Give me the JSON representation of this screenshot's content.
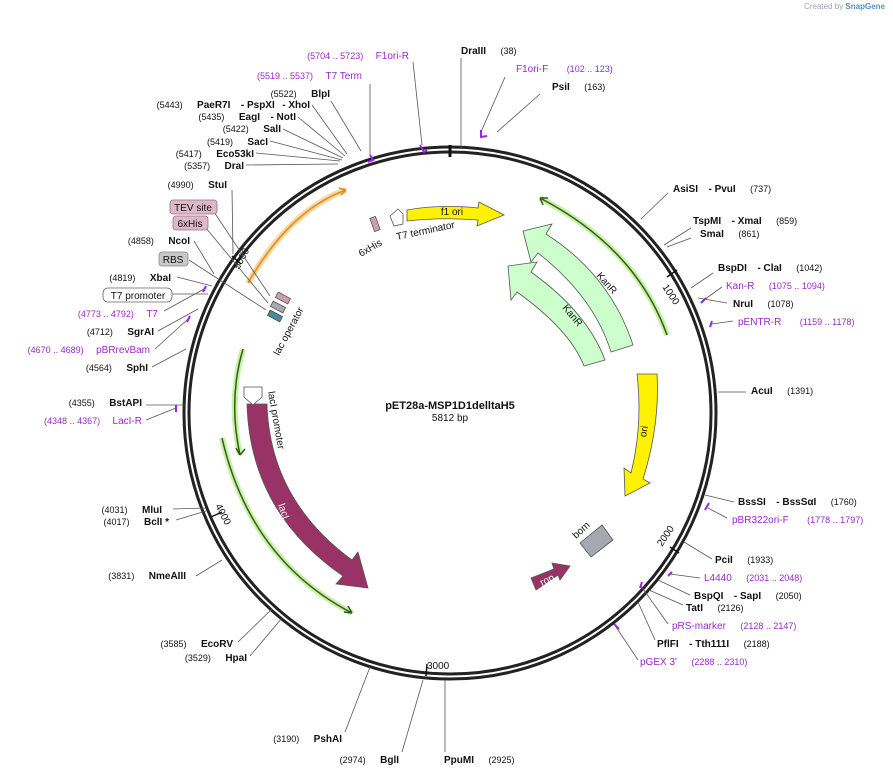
{
  "brand": {
    "prefix": "Created by",
    "name": "SnapGene"
  },
  "plasmid": {
    "name": "pET28a-MSP1D1delltaH5",
    "size": "5812 bp",
    "length": 5812
  },
  "ticks": [
    "1000",
    "2000",
    "3000",
    "4000",
    "5000"
  ],
  "features": [
    {
      "label": "f1 ori",
      "color": "#fff200"
    },
    {
      "label": "KanR",
      "color": "#ccffcc"
    },
    {
      "label": "KanR",
      "color": "#ccffcc"
    },
    {
      "label": "ori",
      "color": "#fff200"
    },
    {
      "label": "bom",
      "color": "#a6a8b0"
    },
    {
      "label": "rop",
      "color": "#993366"
    },
    {
      "label": "lacI",
      "color": "#993366"
    },
    {
      "label": "lacI promoter",
      "color": "#ffffff"
    },
    {
      "label": "lac operator",
      "color": "#4a8a9a"
    },
    {
      "label": "T7 terminator",
      "color": "#ffffff"
    },
    {
      "label": "6xHis",
      "color": "#c8a0b0"
    }
  ],
  "box_labels": [
    {
      "label": "TEV site",
      "color": "#ddb8c8"
    },
    {
      "label": "6xHis",
      "color": "#ddb8c8"
    },
    {
      "label": "RBS",
      "color": "#c8c8c8"
    },
    {
      "label": "T7 promoter",
      "color": "#ffffff"
    }
  ],
  "sites": [
    {
      "name": "DraIII",
      "pos": "(38)"
    },
    {
      "name": "PsiI",
      "pos": "(163)"
    },
    {
      "name": "AsiSI",
      "name2": "PvuI",
      "pos": "(737)"
    },
    {
      "name": "TspMI",
      "name2": "XmaI",
      "pos": "(859)"
    },
    {
      "name": "SmaI",
      "pos": "(861)"
    },
    {
      "name": "BspDI",
      "name2": "ClaI",
      "pos": "(1042)"
    },
    {
      "name": "NruI",
      "pos": "(1078)"
    },
    {
      "name": "AcuI",
      "pos": "(1391)"
    },
    {
      "name": "BssSI",
      "name2": "BssSαI",
      "pos": "(1760)"
    },
    {
      "name": "PciI",
      "pos": "(1933)"
    },
    {
      "name": "BspQI",
      "name2": "SapI",
      "pos": "(2050)"
    },
    {
      "name": "TatI",
      "pos": "(2126)"
    },
    {
      "name": "PflFI",
      "name2": "Tth111I",
      "pos": "(2188)"
    },
    {
      "name": "PpuMI",
      "pos": "(2925)"
    },
    {
      "name": "BglI",
      "pos": "(2974)"
    },
    {
      "name": "PshAI",
      "pos": "(3190)"
    },
    {
      "name": "HpaI",
      "pos": "(3529)"
    },
    {
      "name": "EcoRV",
      "pos": "(3585)"
    },
    {
      "name": "NmeAIII",
      "pos": "(3831)"
    },
    {
      "name": "BclI *",
      "pos": "(4017)"
    },
    {
      "name": "MluI",
      "pos": "(4031)"
    },
    {
      "name": "BstAPI",
      "pos": "(4355)"
    },
    {
      "name": "SphI",
      "pos": "(4564)"
    },
    {
      "name": "SgrAI",
      "pos": "(4712)"
    },
    {
      "name": "XbaI",
      "pos": "(4819)"
    },
    {
      "name": "NcoI",
      "pos": "(4858)"
    },
    {
      "name": "StuI",
      "pos": "(4990)"
    },
    {
      "name": "DraI",
      "pos": "(5357)"
    },
    {
      "name": "Eco53kI",
      "pos": "(5417)"
    },
    {
      "name": "SacI",
      "pos": "(5419)"
    },
    {
      "name": "SalI",
      "pos": "(5422)"
    },
    {
      "name": "EagI",
      "name2": "NotI",
      "pos": "(5435)"
    },
    {
      "name": "PaeR7I",
      "name2": "PspXI",
      "name3": "XhoI",
      "pos": "(5443)"
    },
    {
      "name": "BlpI",
      "pos": "(5522)"
    }
  ],
  "primers": [
    {
      "name": "F1ori-R",
      "range": "(5704 .. 5723)"
    },
    {
      "name": "T7 Term",
      "range": "(5519 .. 5537)"
    },
    {
      "name": "F1ori-F",
      "range": "(102 .. 123)"
    },
    {
      "name": "Kan-R",
      "range": "(1075 .. 1094)"
    },
    {
      "name": "pENTR-R",
      "range": "(1159 .. 1178)"
    },
    {
      "name": "pBR322ori-F",
      "range": "(1778 .. 1797)"
    },
    {
      "name": "L4440",
      "range": "(2031 .. 2048)"
    },
    {
      "name": "pRS-marker",
      "range": "(2128 .. 2147)"
    },
    {
      "name": "pGEX 3'",
      "range": "(2288 .. 2310)"
    },
    {
      "name": "LacI-R",
      "range": "(4348 .. 4367)"
    },
    {
      "name": "pBRrevBam",
      "range": "(4670 .. 4689)"
    },
    {
      "name": "T7",
      "range": "(4773 .. 4792)"
    }
  ]
}
